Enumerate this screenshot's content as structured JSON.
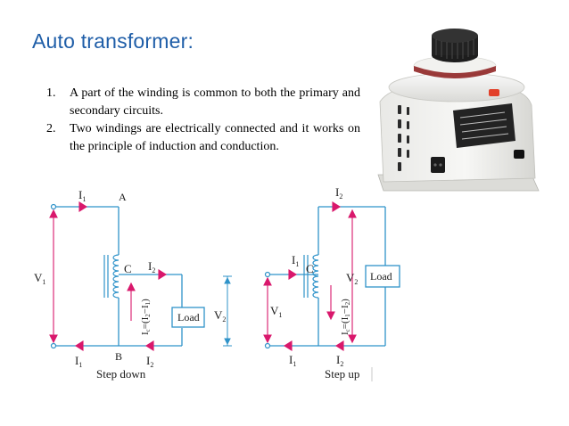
{
  "slide": {
    "title": "Auto transformer:",
    "points": [
      {
        "num": "1.",
        "text": "A part of the winding is common to both the primary and secondary circuits."
      },
      {
        "num": "2.",
        "text": "Two windings are electrically connected and it works on the principle of induction and conduction."
      }
    ]
  },
  "photo": {
    "subject": "variac-autotransformer"
  },
  "diagrams": {
    "step_down": {
      "caption": "Step down",
      "load": "Load",
      "i1": "I",
      "i1_sub": "1",
      "i2": "I",
      "i2_sub": "2",
      "v1": "V",
      "v1_sub": "1",
      "v2": "V",
      "v2_sub": "2",
      "node_a": "A",
      "node_b": "B",
      "node_c": "C",
      "ic": "I",
      "ic_sub": "c",
      "ic_rest": "=(I",
      "ic_rest_sub": "2",
      "ic_minus": "−I",
      "ic_minus_sub": "1",
      "ic_close": ")"
    },
    "step_up": {
      "caption": "Step up",
      "load": "Load",
      "i1": "I",
      "i1_sub": "1",
      "i2": "I",
      "i2_sub": "2",
      "v1": "V",
      "v1_sub": "1",
      "v2": "V",
      "v2_sub": "2",
      "node_c": "C",
      "ic": "I",
      "ic_sub": "c",
      "ic_rest": "=(I",
      "ic_rest_sub": "1",
      "ic_minus": "−I",
      "ic_minus_sub": "2",
      "ic_close": ")"
    }
  },
  "colors": {
    "title": "#1f5ea8",
    "wire": "#2f93c9",
    "arrow": "#d9186c",
    "text": "#1a1a1a"
  }
}
